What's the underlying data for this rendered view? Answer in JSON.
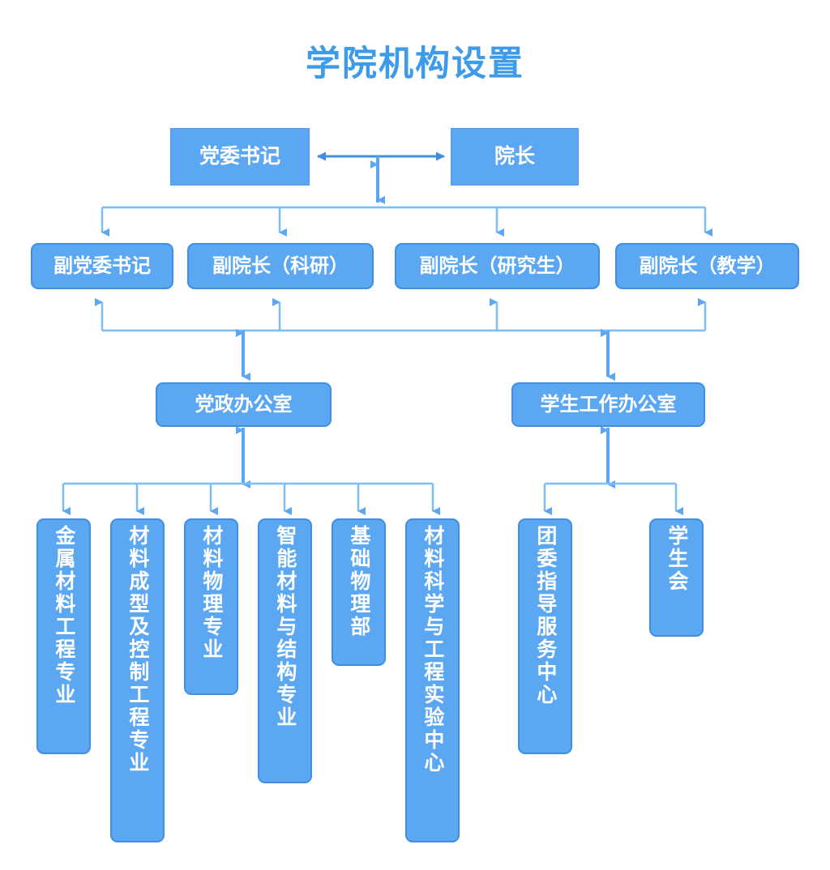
{
  "title": "学院机构设置",
  "theme": {
    "box_fill": "#5BA7F2",
    "box_border": "#3E8FE0",
    "line_color": "#5BA7F2",
    "line_color_light": "#7FBDF6",
    "title_color": "#3D9BE9",
    "text_color": "#FFFFFF",
    "background": "#FFFFFF"
  },
  "chart_data": {
    "type": "diagram",
    "title": "学院机构设置",
    "orientation": "top-down organizational chart",
    "levels": [
      {
        "level": 1,
        "nodes": [
          "党委书记",
          "院长"
        ],
        "relation": "双向箭头 (bidirectional)"
      },
      {
        "level": 2,
        "nodes": [
          "副党委书记",
          "副院长（科研）",
          "副院长（研究生）",
          "副院长（教学）"
        ]
      },
      {
        "level": 3,
        "nodes": [
          "党政办公室",
          "学生工作办公室"
        ]
      },
      {
        "level": 4,
        "nodes": [
          "金属材料工程专业",
          "材料成型及控制工程专业",
          "材料物理专业",
          "智能材料与结构专业",
          "基础物理部",
          "材料科学与工程实验中心",
          "团委指导服务中心",
          "学生会"
        ]
      }
    ],
    "edges": [
      {
        "from": "党委书记",
        "to": "院长",
        "type": "bidirectional"
      },
      {
        "from": "党委书记/院长",
        "to": "副党委书记",
        "type": "down"
      },
      {
        "from": "党委书记/院长",
        "to": "副院长（科研）",
        "type": "down"
      },
      {
        "from": "党委书记/院长",
        "to": "副院长（研究生）",
        "type": "down"
      },
      {
        "from": "党委书记/院长",
        "to": "副院长（教学）",
        "type": "down"
      },
      {
        "from": "党政办公室",
        "to": "副院长层",
        "type": "bidirectional"
      },
      {
        "from": "学生工作办公室",
        "to": "副院长层",
        "type": "bidirectional"
      },
      {
        "from": "党政办公室",
        "to": "金属材料工程专业",
        "type": "down"
      },
      {
        "from": "党政办公室",
        "to": "材料成型及控制工程专业",
        "type": "down"
      },
      {
        "from": "党政办公室",
        "to": "材料物理专业",
        "type": "down"
      },
      {
        "from": "党政办公室",
        "to": "智能材料与结构专业",
        "type": "down"
      },
      {
        "from": "党政办公室",
        "to": "基础物理部",
        "type": "down"
      },
      {
        "from": "党政办公室",
        "to": "材料科学与工程实验中心",
        "type": "down"
      },
      {
        "from": "学生工作办公室",
        "to": "团委指导服务中心",
        "type": "down"
      },
      {
        "from": "学生工作办公室",
        "to": "学生会",
        "type": "down"
      }
    ]
  },
  "nodes": {
    "party_secretary": "党委书记",
    "dean": "院长",
    "vice_party_secretary": "副党委书记",
    "vice_dean_research": "副院长（科研）",
    "vice_dean_graduate": "副院长（研究生）",
    "vice_dean_teaching": "副院长（教学）",
    "admin_office": "党政办公室",
    "student_affairs_office": "学生工作办公室",
    "major_metal": "金属材料工程专业",
    "major_forming": "材料成型及控制工程专业",
    "major_physics": "材料物理专业",
    "major_smart": "智能材料与结构专业",
    "dept_basic_physics": "基础物理部",
    "lab_center": "材料科学与工程实验中心",
    "youth_league_center": "团委指导服务中心",
    "student_union": "学生会"
  }
}
